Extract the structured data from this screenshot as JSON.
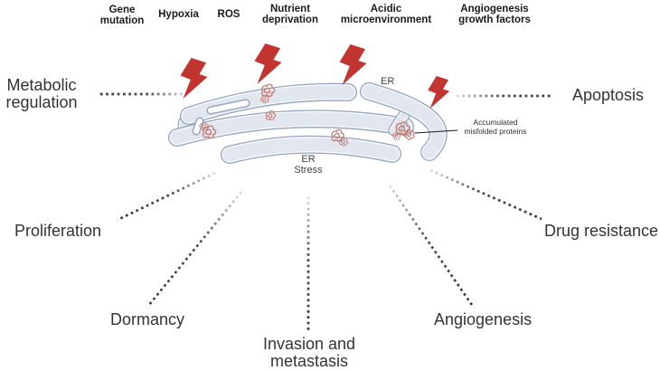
{
  "title": "ER stress in tumor cells diagram",
  "colors": {
    "bolt_red": "#c23430",
    "er_fill": "#e2e6ee",
    "er_outline": "#92a4c0",
    "protein_red": "#c4766d",
    "dotted_dark": "#3c3c3c",
    "dotted_light": "#d9dce2",
    "text_dark": "#1b1b1b"
  },
  "stressors": [
    {
      "label": "Gene\nmutation"
    },
    {
      "label": "Hypoxia"
    },
    {
      "label": "ROS"
    },
    {
      "label": "Nutrient\ndeprivation"
    },
    {
      "label": "Acidic\nmicroenvironment"
    },
    {
      "label": "Angiogenesis\ngrowth factors"
    }
  ],
  "outcomes": {
    "metabolic_regulation": "Metabolic\nregulation",
    "apoptosis": "Apoptosis",
    "proliferation": "Proliferation",
    "dormancy": "Dormancy",
    "invasion_metastasis": "Invasion and\nmetastasis",
    "angiogenesis": "Angiogenesis",
    "drug_resistance": "Drug resistance"
  },
  "er": {
    "label": "ER",
    "stress_label": "ER\nStress",
    "annotation": "Accumulated\nmisfolded proteins"
  }
}
